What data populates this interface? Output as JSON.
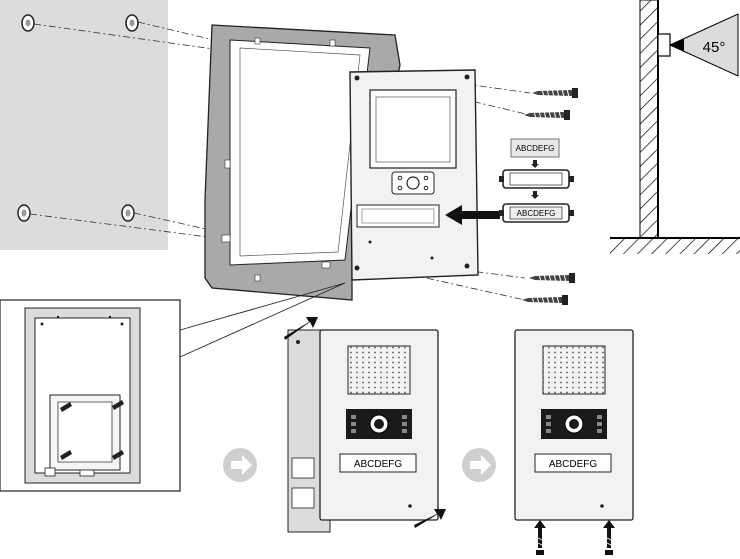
{
  "labels": {
    "angle": "45°",
    "nameplate_top": "ABCDEFG",
    "nameplate_mid": "ABCDEFG",
    "panel_a_name": "ABCDEFG",
    "panel_b_name": "ABCDEFG"
  },
  "colors": {
    "wall": "#dcdcdc",
    "frame": "#a9a9a9",
    "panel": "#f2f2f2",
    "dark": "#1a1a1a",
    "arrow_circle": "#c8c8c8"
  },
  "icons": {
    "screw": "screw-icon",
    "next": "next-step-arrow-icon",
    "angle": "angle-wedge-icon"
  }
}
